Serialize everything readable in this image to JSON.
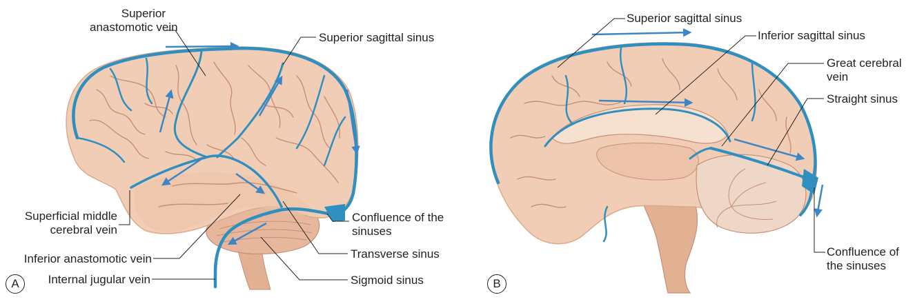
{
  "panels": {
    "a": {
      "badge": "A",
      "labels": {
        "superior_anastomotic_line1": "Superior",
        "superior_anastomotic_line2": "anastomotic vein",
        "superior_sagittal_sinus": "Superior sagittal sinus",
        "superficial_middle_line1": "Superficial middle",
        "superficial_middle_line2": "cerebral vein",
        "confluence_line1": "Confluence of the",
        "confluence_line2": "sinuses",
        "inferior_anastomotic": "Inferior anastomotic vein",
        "transverse_sinus": "Transverse sinus",
        "internal_jugular": "Internal jugular vein",
        "sigmoid_sinus": "Sigmoid sinus"
      }
    },
    "b": {
      "badge": "B",
      "labels": {
        "superior_sagittal_sinus": "Superior sagittal sinus",
        "inferior_sagittal_sinus": "Inferior sagittal sinus",
        "great_cerebral_line1": "Great cerebral",
        "great_cerebral_line2": "vein",
        "straight_sinus": "Straight sinus",
        "confluence_line1": "Confluence of",
        "confluence_line2": "the sinuses"
      }
    }
  },
  "colors": {
    "brain_fill": "#f2cdb5",
    "brain_shadow": "#d9a98c",
    "sulcus": "#c58f74",
    "vein": "#2f8fbf",
    "vein_dark": "#1f6f96",
    "arrow": "#3d86c6",
    "leader": "#231f20",
    "cerebellum": "#e6b79d",
    "brainstem": "#e2b193"
  }
}
